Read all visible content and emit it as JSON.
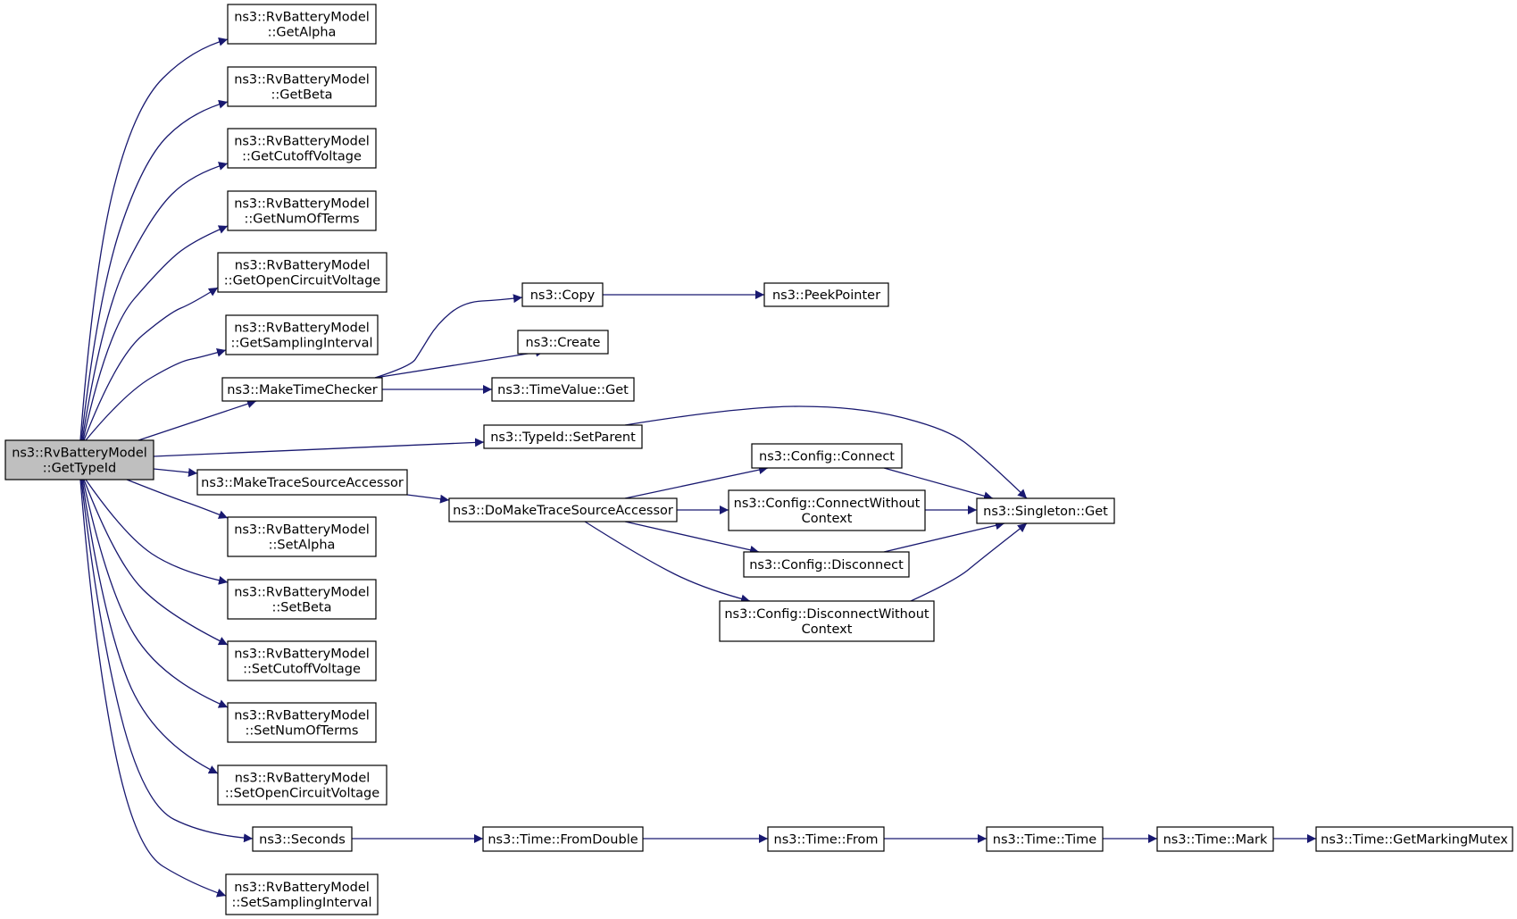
{
  "graph": {
    "colors": {
      "edge": "#191970",
      "root_fill": "#bfbfbf",
      "node_fill": "#ffffff",
      "border": "#000000"
    },
    "nodes": [
      {
        "id": "GetTypeId",
        "lines": [
          "ns3::RvBatteryModel",
          "::GetTypeId"
        ],
        "root": true
      },
      {
        "id": "GetAlpha",
        "lines": [
          "ns3::RvBatteryModel",
          "::GetAlpha"
        ]
      },
      {
        "id": "GetBeta",
        "lines": [
          "ns3::RvBatteryModel",
          "::GetBeta"
        ]
      },
      {
        "id": "GetCutoffVoltage",
        "lines": [
          "ns3::RvBatteryModel",
          "::GetCutoffVoltage"
        ]
      },
      {
        "id": "GetNumOfTerms",
        "lines": [
          "ns3::RvBatteryModel",
          "::GetNumOfTerms"
        ]
      },
      {
        "id": "GetOpenCircuitVoltage",
        "lines": [
          "ns3::RvBatteryModel",
          "::GetOpenCircuitVoltage"
        ]
      },
      {
        "id": "GetSamplingInterval",
        "lines": [
          "ns3::RvBatteryModel",
          "::GetSamplingInterval"
        ]
      },
      {
        "id": "MakeTimeChecker",
        "lines": [
          "ns3::MakeTimeChecker"
        ]
      },
      {
        "id": "Copy",
        "lines": [
          "ns3::Copy"
        ]
      },
      {
        "id": "PeekPointer",
        "lines": [
          "ns3::PeekPointer"
        ]
      },
      {
        "id": "Create",
        "lines": [
          "ns3::Create"
        ]
      },
      {
        "id": "TimeValueGet",
        "lines": [
          "ns3::TimeValue::Get"
        ]
      },
      {
        "id": "SetParent",
        "lines": [
          "ns3::TypeId::SetParent"
        ]
      },
      {
        "id": "MakeTraceSourceAccessor",
        "lines": [
          "ns3::MakeTraceSourceAccessor"
        ]
      },
      {
        "id": "DoMakeTraceSourceAccessor",
        "lines": [
          "ns3::DoMakeTraceSourceAccessor"
        ]
      },
      {
        "id": "ConfigConnect",
        "lines": [
          "ns3::Config::Connect"
        ]
      },
      {
        "id": "ConfigConnectWithoutContext",
        "lines": [
          "ns3::Config::ConnectWithout",
          "Context"
        ]
      },
      {
        "id": "ConfigDisconnect",
        "lines": [
          "ns3::Config::Disconnect"
        ]
      },
      {
        "id": "ConfigDisconnectWithoutContext",
        "lines": [
          "ns3::Config::DisconnectWithout",
          "Context"
        ]
      },
      {
        "id": "SingletonGet",
        "lines": [
          "ns3::Singleton::Get"
        ]
      },
      {
        "id": "SetAlpha",
        "lines": [
          "ns3::RvBatteryModel",
          "::SetAlpha"
        ]
      },
      {
        "id": "SetBeta",
        "lines": [
          "ns3::RvBatteryModel",
          "::SetBeta"
        ]
      },
      {
        "id": "SetCutoffVoltage",
        "lines": [
          "ns3::RvBatteryModel",
          "::SetCutoffVoltage"
        ]
      },
      {
        "id": "SetNumOfTerms",
        "lines": [
          "ns3::RvBatteryModel",
          "::SetNumOfTerms"
        ]
      },
      {
        "id": "SetOpenCircuitVoltage",
        "lines": [
          "ns3::RvBatteryModel",
          "::SetOpenCircuitVoltage"
        ]
      },
      {
        "id": "Seconds",
        "lines": [
          "ns3::Seconds"
        ]
      },
      {
        "id": "TimeFromDouble",
        "lines": [
          "ns3::Time::FromDouble"
        ]
      },
      {
        "id": "TimeFrom",
        "lines": [
          "ns3::Time::From"
        ]
      },
      {
        "id": "TimeTime",
        "lines": [
          "ns3::Time::Time"
        ]
      },
      {
        "id": "TimeMark",
        "lines": [
          "ns3::Time::Mark"
        ]
      },
      {
        "id": "GetMarkingMutex",
        "lines": [
          "ns3::Time::GetMarkingMutex"
        ]
      },
      {
        "id": "SetSamplingInterval",
        "lines": [
          "ns3::RvBatteryModel",
          "::SetSamplingInterval"
        ]
      }
    ],
    "edges": [
      [
        "GetTypeId",
        "GetAlpha"
      ],
      [
        "GetTypeId",
        "GetBeta"
      ],
      [
        "GetTypeId",
        "GetCutoffVoltage"
      ],
      [
        "GetTypeId",
        "GetNumOfTerms"
      ],
      [
        "GetTypeId",
        "GetOpenCircuitVoltage"
      ],
      [
        "GetTypeId",
        "GetSamplingInterval"
      ],
      [
        "GetTypeId",
        "MakeTimeChecker"
      ],
      [
        "GetTypeId",
        "SetParent"
      ],
      [
        "GetTypeId",
        "MakeTraceSourceAccessor"
      ],
      [
        "GetTypeId",
        "SetAlpha"
      ],
      [
        "GetTypeId",
        "SetBeta"
      ],
      [
        "GetTypeId",
        "SetCutoffVoltage"
      ],
      [
        "GetTypeId",
        "SetNumOfTerms"
      ],
      [
        "GetTypeId",
        "SetOpenCircuitVoltage"
      ],
      [
        "GetTypeId",
        "Seconds"
      ],
      [
        "GetTypeId",
        "SetSamplingInterval"
      ],
      [
        "MakeTimeChecker",
        "Copy"
      ],
      [
        "MakeTimeChecker",
        "Create"
      ],
      [
        "MakeTimeChecker",
        "TimeValueGet"
      ],
      [
        "Copy",
        "PeekPointer"
      ],
      [
        "SetParent",
        "SingletonGet"
      ],
      [
        "MakeTraceSourceAccessor",
        "DoMakeTraceSourceAccessor"
      ],
      [
        "DoMakeTraceSourceAccessor",
        "ConfigConnect"
      ],
      [
        "DoMakeTraceSourceAccessor",
        "ConfigConnectWithoutContext"
      ],
      [
        "DoMakeTraceSourceAccessor",
        "ConfigDisconnect"
      ],
      [
        "DoMakeTraceSourceAccessor",
        "ConfigDisconnectWithoutContext"
      ],
      [
        "ConfigConnect",
        "SingletonGet"
      ],
      [
        "ConfigConnectWithoutContext",
        "SingletonGet"
      ],
      [
        "ConfigDisconnect",
        "SingletonGet"
      ],
      [
        "ConfigDisconnectWithoutContext",
        "SingletonGet"
      ],
      [
        "Seconds",
        "TimeFromDouble"
      ],
      [
        "TimeFromDouble",
        "TimeFrom"
      ],
      [
        "TimeFrom",
        "TimeTime"
      ],
      [
        "TimeTime",
        "TimeMark"
      ],
      [
        "TimeMark",
        "GetMarkingMutex"
      ]
    ]
  }
}
